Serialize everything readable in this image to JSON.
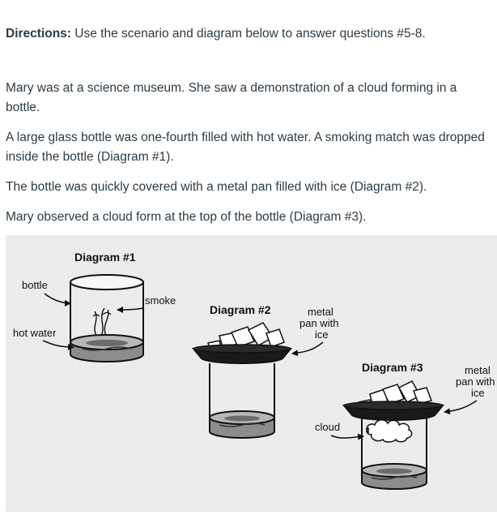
{
  "directions": {
    "label": "Directions:",
    "text": " Use the scenario and diagram below to answer questions #5-8."
  },
  "paragraphs": [
    "Mary was at a science museum.  She saw a demonstration of a cloud forming in a bottle.",
    "A large glass bottle was one-fourth filled with hot water.  A smoking match was dropped inside the bottle (Diagram #1).",
    "The bottle was quickly covered with a metal pan filled with ice (Diagram #2).",
    "Mary observed a cloud form at the top of the bottle (Diagram #3)."
  ],
  "figure": {
    "diagram1": {
      "title": "Diagram #1",
      "bottle_label": "bottle",
      "smoke_label": "smoke",
      "hot_water_label": "hot water"
    },
    "diagram2": {
      "title": "Diagram #2",
      "pan_label_line1": "metal",
      "pan_label_line2": "pan with",
      "pan_label_line3": "ice"
    },
    "diagram3": {
      "title": "Diagram #3",
      "cloud_label": "cloud",
      "pan_label_line1": "metal",
      "pan_label_line2": "pan with",
      "pan_label_line3": "ice"
    }
  }
}
